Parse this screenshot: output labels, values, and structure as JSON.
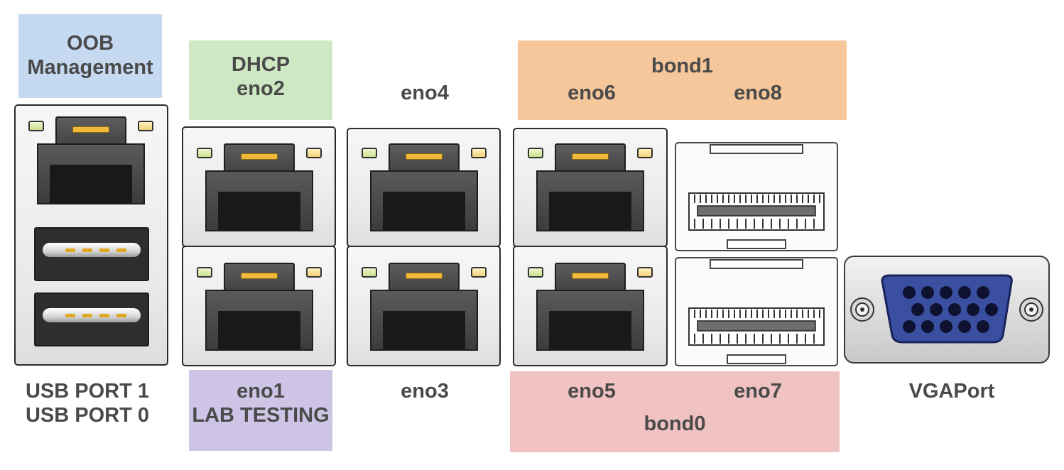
{
  "labels": {
    "oob_line1": "OOB",
    "oob_line2": "Management",
    "dhcp_line1": "DHCP",
    "dhcp_line2": "eno2",
    "eno4": "eno4",
    "bond1": "bond1",
    "eno6": "eno6",
    "eno8": "eno8",
    "usb1": "USB PORT 1",
    "usb0": "USB PORT 0",
    "eno1": "eno1",
    "lab_testing": "LAB TESTING",
    "eno3": "eno3",
    "eno5": "eno5",
    "eno7": "eno7",
    "bond0": "bond0",
    "vga": "VGAPort"
  },
  "colors": {
    "oob_bg": "#c5d9f1",
    "dhcp_bg": "#cfe8c4",
    "bond1_bg": "#f6c79a",
    "lab_bg": "#cdc4e6",
    "bond0_bg": "#f0c2c2",
    "text": "#4a4a4a",
    "vga_blue": "#3a4fa0"
  },
  "icons": [
    "rj45-port-icon",
    "usb-port-icon",
    "sfp-port-icon",
    "vga-port-icon",
    "led-icon"
  ]
}
